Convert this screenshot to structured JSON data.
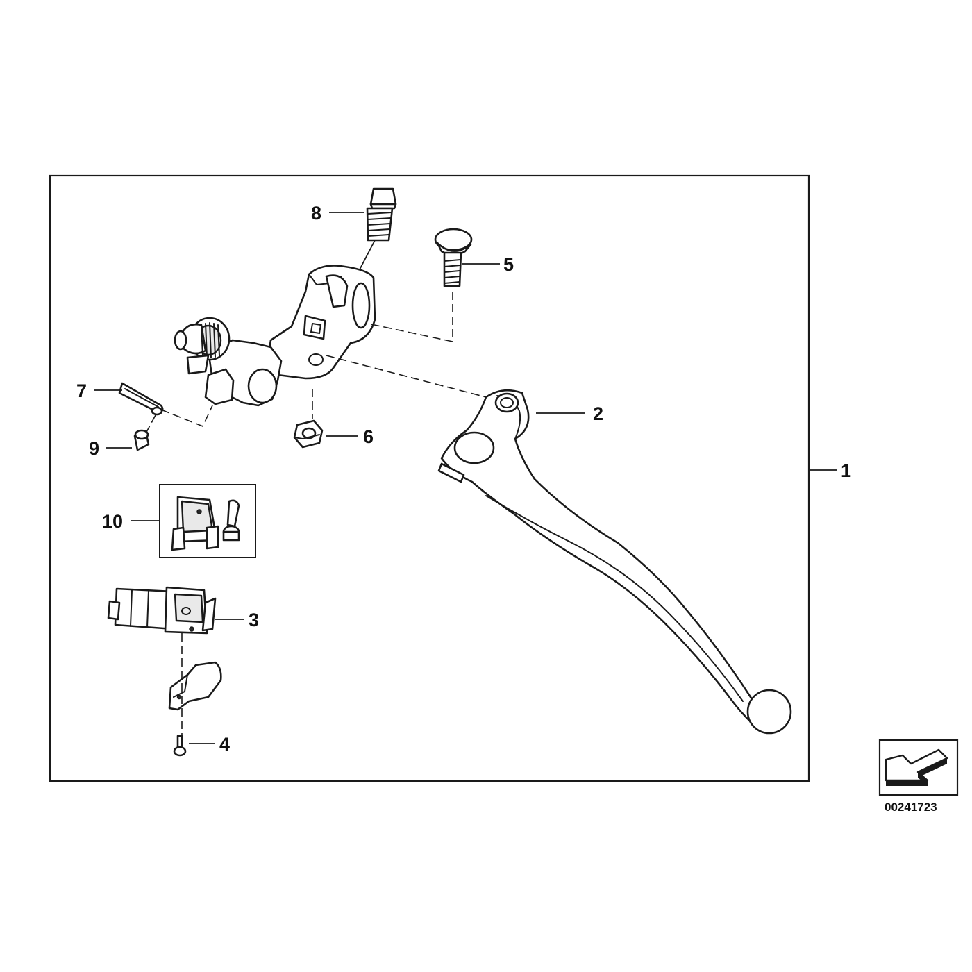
{
  "callouts": {
    "c1": "1",
    "c2": "2",
    "c3": "3",
    "c4": "4",
    "c5": "5",
    "c6": "6",
    "c7": "7",
    "c8": "8",
    "c9": "9",
    "c10": "10"
  },
  "reference_number": "00241723",
  "icons": {
    "view_arrow": "direction-arrow-icon"
  },
  "colors": {
    "line": "#1a1a1a",
    "background": "#ffffff"
  }
}
